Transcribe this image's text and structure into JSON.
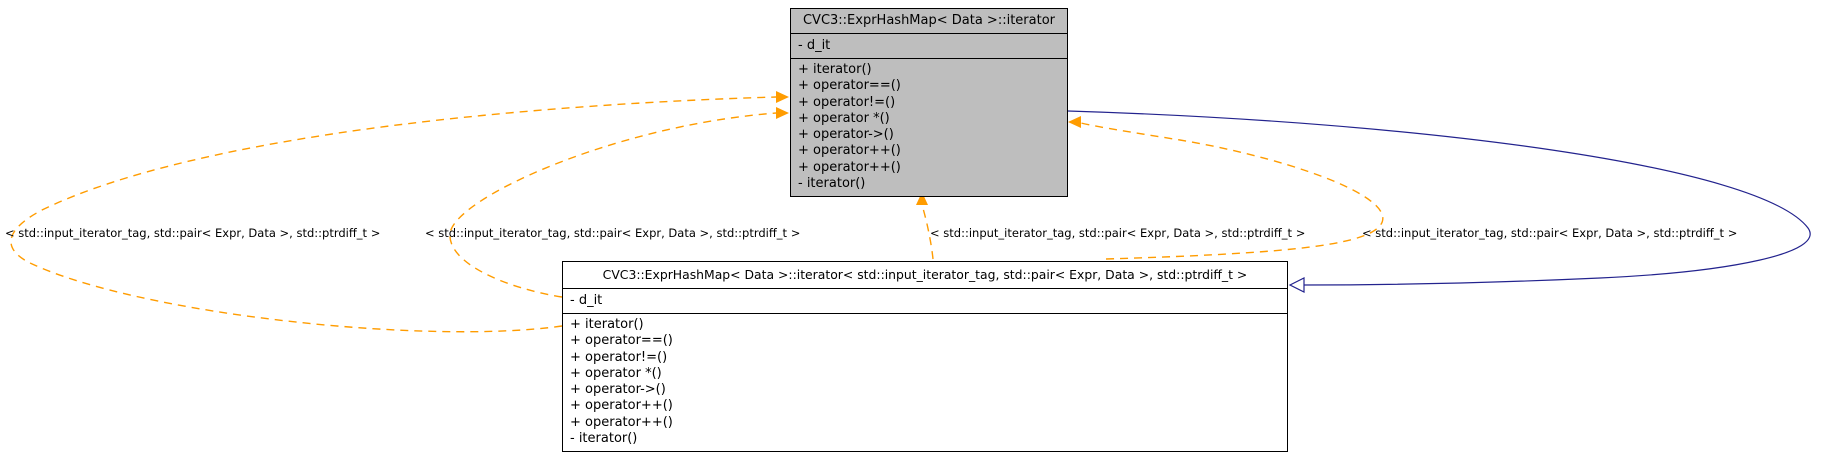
{
  "diagram": {
    "nodes": {
      "template": {
        "title": "CVC3::ExprHashMap< Data >::iterator",
        "attributes": [
          "- d_it"
        ],
        "methods": [
          "+ iterator()",
          "+ operator==()",
          "+ operator!=()",
          "+ operator *()",
          "+ operator->()",
          "+ operator++()",
          "+ operator++()",
          "- iterator()"
        ]
      },
      "instance": {
        "title": "CVC3::ExprHashMap< Data >::iterator< std::input_iterator_tag, std::pair< Expr, Data >, std::ptrdiff_t >",
        "attributes": [
          "- d_it"
        ],
        "methods": [
          "+ iterator()",
          "+ operator==()",
          "+ operator!=()",
          "+ operator *()",
          "+ operator->()",
          "+ operator++()",
          "+ operator++()",
          "- iterator()"
        ]
      }
    },
    "edge_labels": [
      "< std::input_iterator_tag, std::pair< Expr, Data >, std::ptrdiff_t >",
      "< std::input_iterator_tag, std::pair< Expr, Data >, std::ptrdiff_t >",
      "< std::input_iterator_tag, std::pair< Expr, Data >, std::ptrdiff_t >",
      "< std::input_iterator_tag, std::pair< Expr, Data >, std::ptrdiff_t >"
    ],
    "colors": {
      "template_edge": "#ff9c00",
      "inheritance_edge": "#23238e",
      "template_node_fill": "#bebebe",
      "instance_node_fill": "#ffffff",
      "border": "#000000",
      "arrowhead_hollow_fill": "#ffffff"
    }
  }
}
